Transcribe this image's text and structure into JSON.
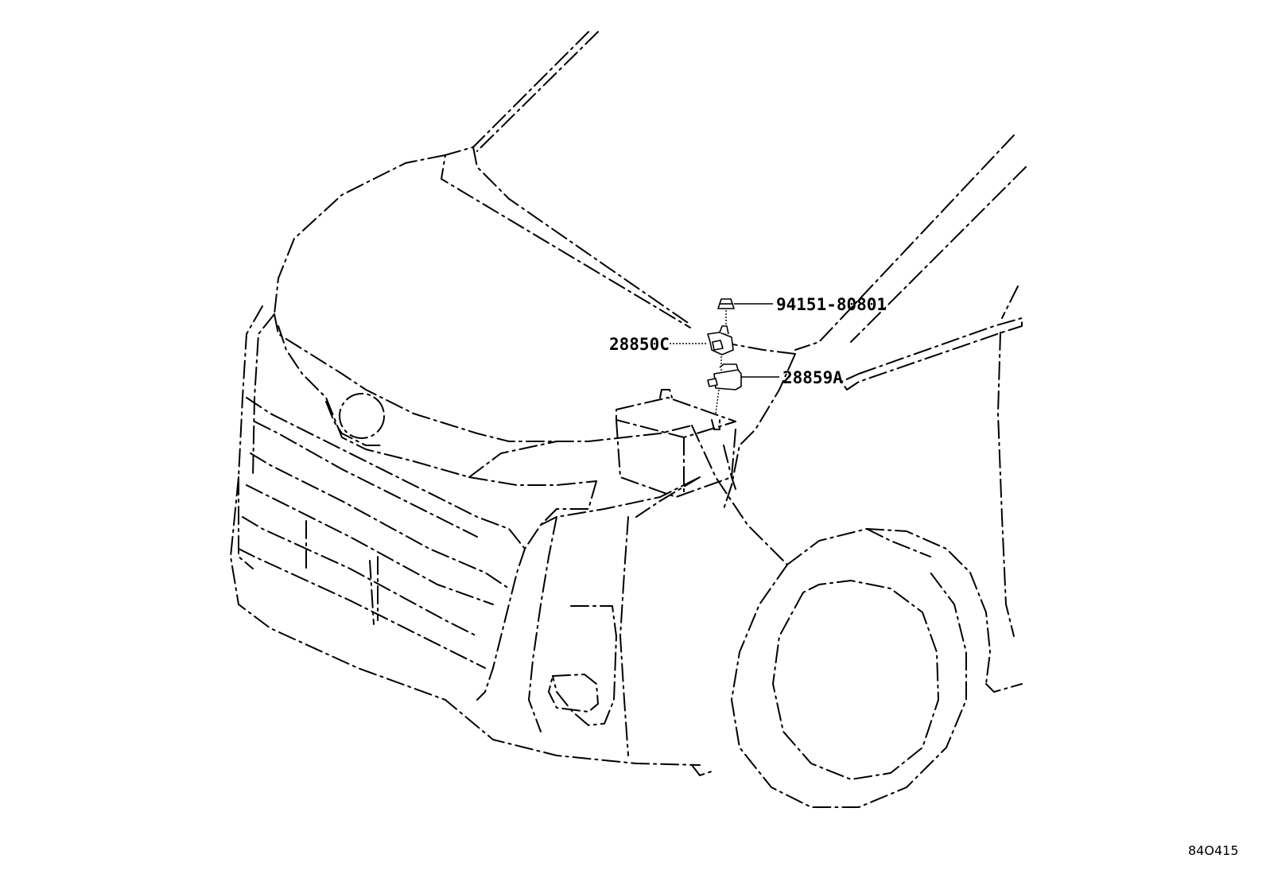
{
  "callouts": {
    "nut": "94151-80801",
    "sensor": "28850C",
    "bracket": "28859A"
  },
  "figure_number": "84O415"
}
